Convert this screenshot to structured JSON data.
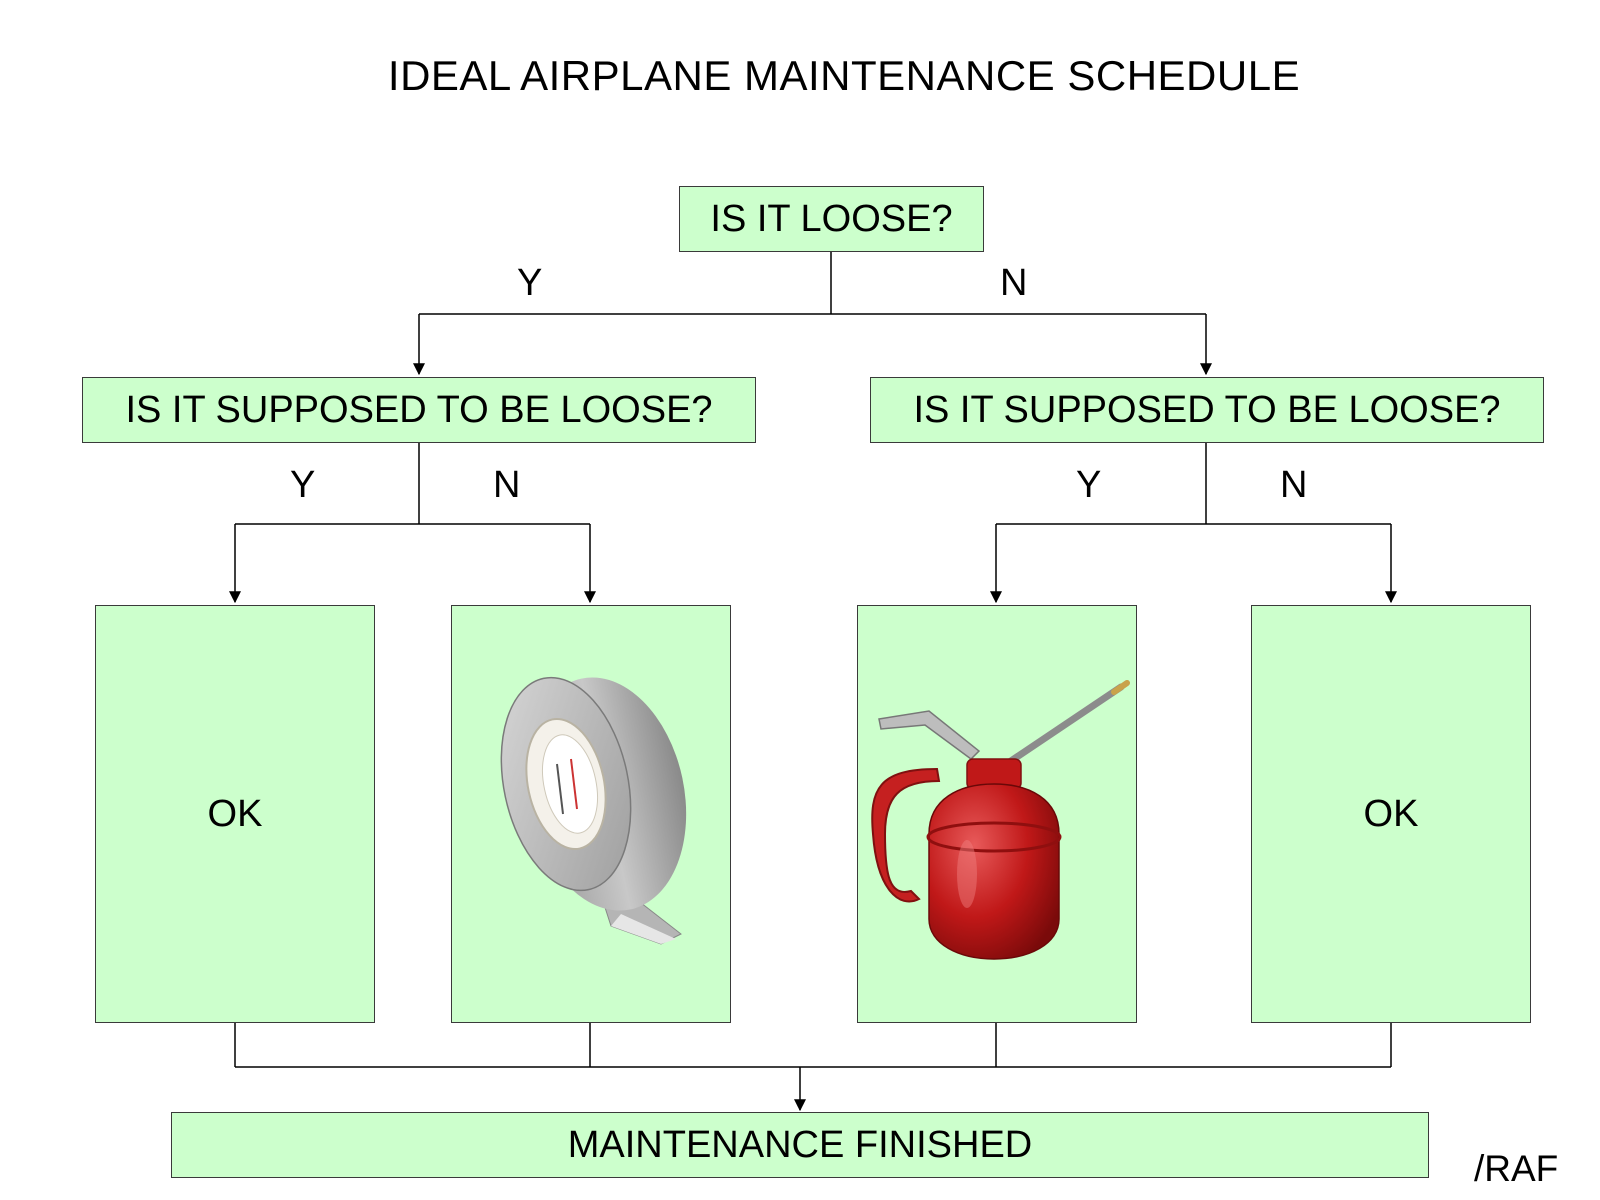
{
  "title": "IDEAL AIRPLANE MAINTENANCE SCHEDULE",
  "nodes": {
    "root": "IS IT LOOSE?",
    "left_question": "IS IT SUPPOSED TO BE LOOSE?",
    "right_question": "IS IT SUPPOSED TO BE LOOSE?",
    "leaf_1": "OK",
    "leaf_4": "OK",
    "final": "MAINTENANCE FINISHED"
  },
  "branch_labels": {
    "root_yes": "Y",
    "root_no": "N",
    "left_yes": "Y",
    "left_no": "N",
    "right_yes": "Y",
    "right_no": "N"
  },
  "images": {
    "leaf_2": "duct-tape-roll",
    "leaf_3": "red-oil-can"
  },
  "colors": {
    "box_fill": "#ccffcc",
    "line": "#000000"
  },
  "signature": "/RAF"
}
